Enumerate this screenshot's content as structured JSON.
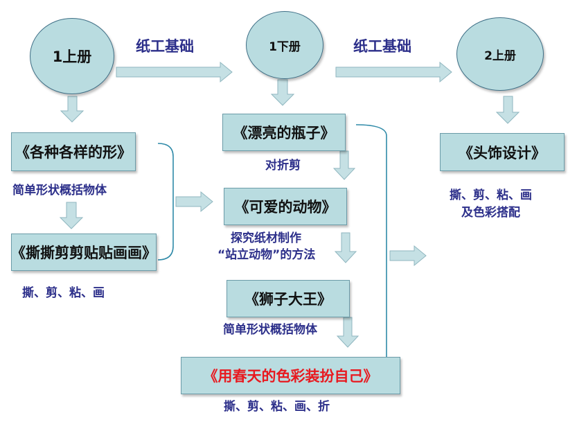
{
  "grades": {
    "g1_up": "1上册",
    "g1_down": "1下册",
    "g2_up": "2上册"
  },
  "connectors": {
    "left": "纸工基础",
    "right": "纸工基础"
  },
  "left_column": {
    "lesson1": "《各种各样的形》",
    "lesson1_note": "简单形状概括物体",
    "lesson2": "《撕撕剪剪贴贴画画》",
    "lesson2_note": "撕、剪、粘、画"
  },
  "middle_column": {
    "lesson1": "《漂亮的瓶子》",
    "lesson1_note": "对折剪",
    "lesson2": "《可爱的动物》",
    "lesson2_note_line1": "探究纸材制作",
    "lesson2_note_line2": "“站立动物”的方法",
    "lesson3": "《狮子大王》",
    "lesson3_note": "简单形状概括物体",
    "lesson4": "《用春天的色彩装扮自己》",
    "lesson4_note": "撕、剪、粘、画、折"
  },
  "right_column": {
    "lesson1": "《头饰设计》",
    "lesson1_note_line1": "撕、剪、粘、画",
    "lesson1_note_line2": "及色彩搭配"
  },
  "colors": {
    "shape_fill": "#b9dce0",
    "note_text": "#2c2f8a",
    "highlight_text": "#e8191f",
    "arrow_fill": "#c5e0e4"
  }
}
